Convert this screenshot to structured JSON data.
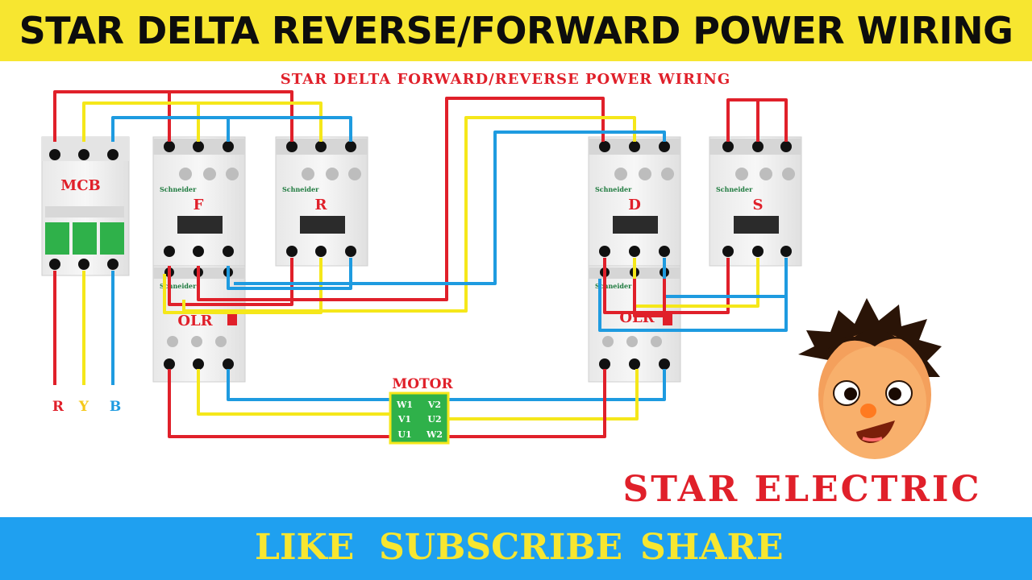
{
  "banner": {
    "title": "STAR DELTA REVERSE/FORWARD POWER WIRING"
  },
  "diagram": {
    "subtitle": "STAR DELTA FORWARD/REVERSE POWER WIRING",
    "mcb_label": "MCB",
    "contactors": {
      "forward": "F",
      "reverse": "R",
      "delta": "D",
      "star": "S"
    },
    "olr_label": "OLR",
    "brand_small": "Schneider",
    "motor": {
      "title": "MOTOR",
      "terminals_left": [
        "W1",
        "V1",
        "U1"
      ],
      "terminals_right": [
        "U2",
        "V2",
        "W2"
      ]
    },
    "phases": [
      "R",
      "Y",
      "B"
    ],
    "wire_colors": {
      "red": "#e0202a",
      "yellow": "#f5e71a",
      "blue": "#1e9be0"
    }
  },
  "brand": {
    "name": "STAR ELECTRIC"
  },
  "footer": {
    "like": "LIKE",
    "subscribe": "SUBSCRIBE",
    "share": "SHARE"
  }
}
